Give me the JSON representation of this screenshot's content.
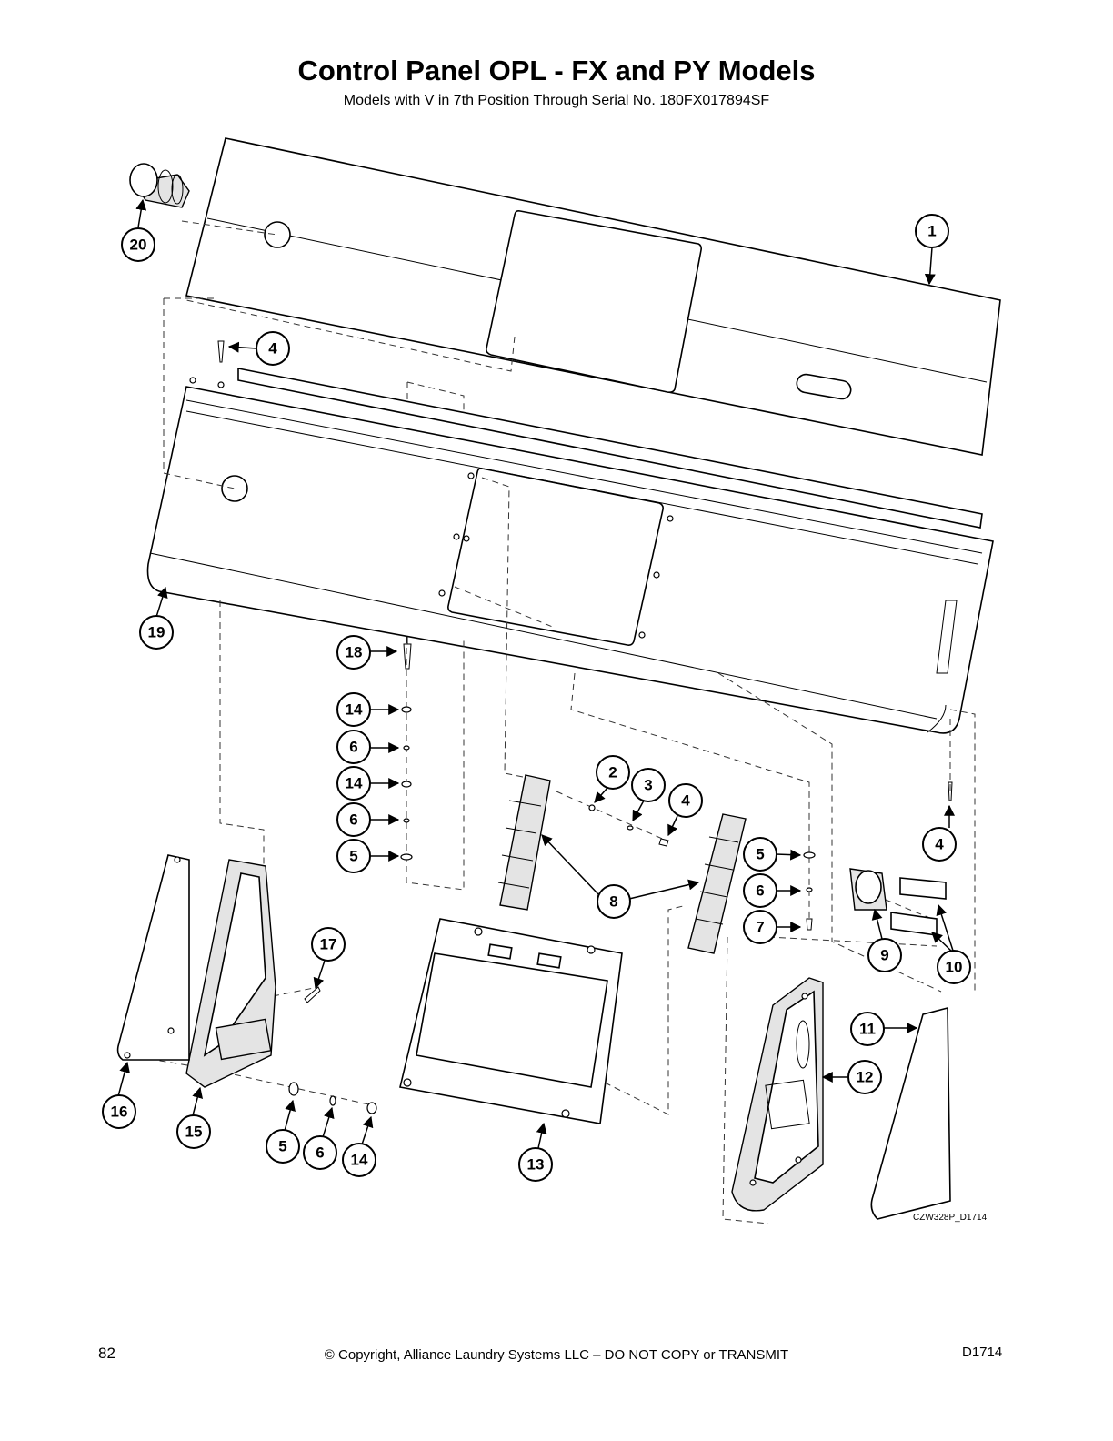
{
  "title": "Control Panel OPL - FX and PY Models",
  "subtitle": "Models with V in 7th Position Through Serial No. 180FX017894SF",
  "drawing_code": "CZW328P_D1714",
  "footer": {
    "page_number": "82",
    "copyright": "© Copyright, Alliance Laundry Systems LLC – DO NOT COPY or TRANSMIT",
    "doc_code": "D1714"
  },
  "callouts": [
    "1",
    "2",
    "3",
    "4",
    "4",
    "4",
    "4",
    "5",
    "5",
    "5",
    "6",
    "6",
    "6",
    "6",
    "7",
    "8",
    "8",
    "9",
    "10",
    "10",
    "11",
    "12",
    "13",
    "14",
    "14",
    "14",
    "15",
    "16",
    "17",
    "18",
    "19",
    "20"
  ]
}
